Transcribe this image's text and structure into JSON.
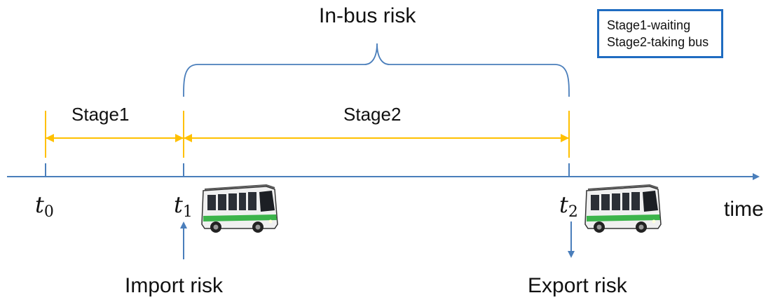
{
  "title": "In-bus risk",
  "legend": {
    "line1": "Stage1-waiting",
    "line2": "Stage2-taking bus"
  },
  "stages": {
    "stage1": "Stage1",
    "stage2": "Stage2"
  },
  "time_points": {
    "t0": {
      "var": "t",
      "sub": "0"
    },
    "t1": {
      "var": "t",
      "sub": "1"
    },
    "t2": {
      "var": "t",
      "sub": "2"
    }
  },
  "axis_label": "time",
  "risks": {
    "import": "Import risk",
    "export": "Export risk"
  },
  "colors": {
    "axis": "#4a7ebb",
    "stage_arrow": "#ffc000",
    "brace": "#4a7ebb",
    "legend_border": "#1f6cc1",
    "bus_body": "#f2f2f2",
    "bus_stripe": "#3cb44b"
  },
  "icons": [
    "bus-icon",
    "bus-icon"
  ]
}
